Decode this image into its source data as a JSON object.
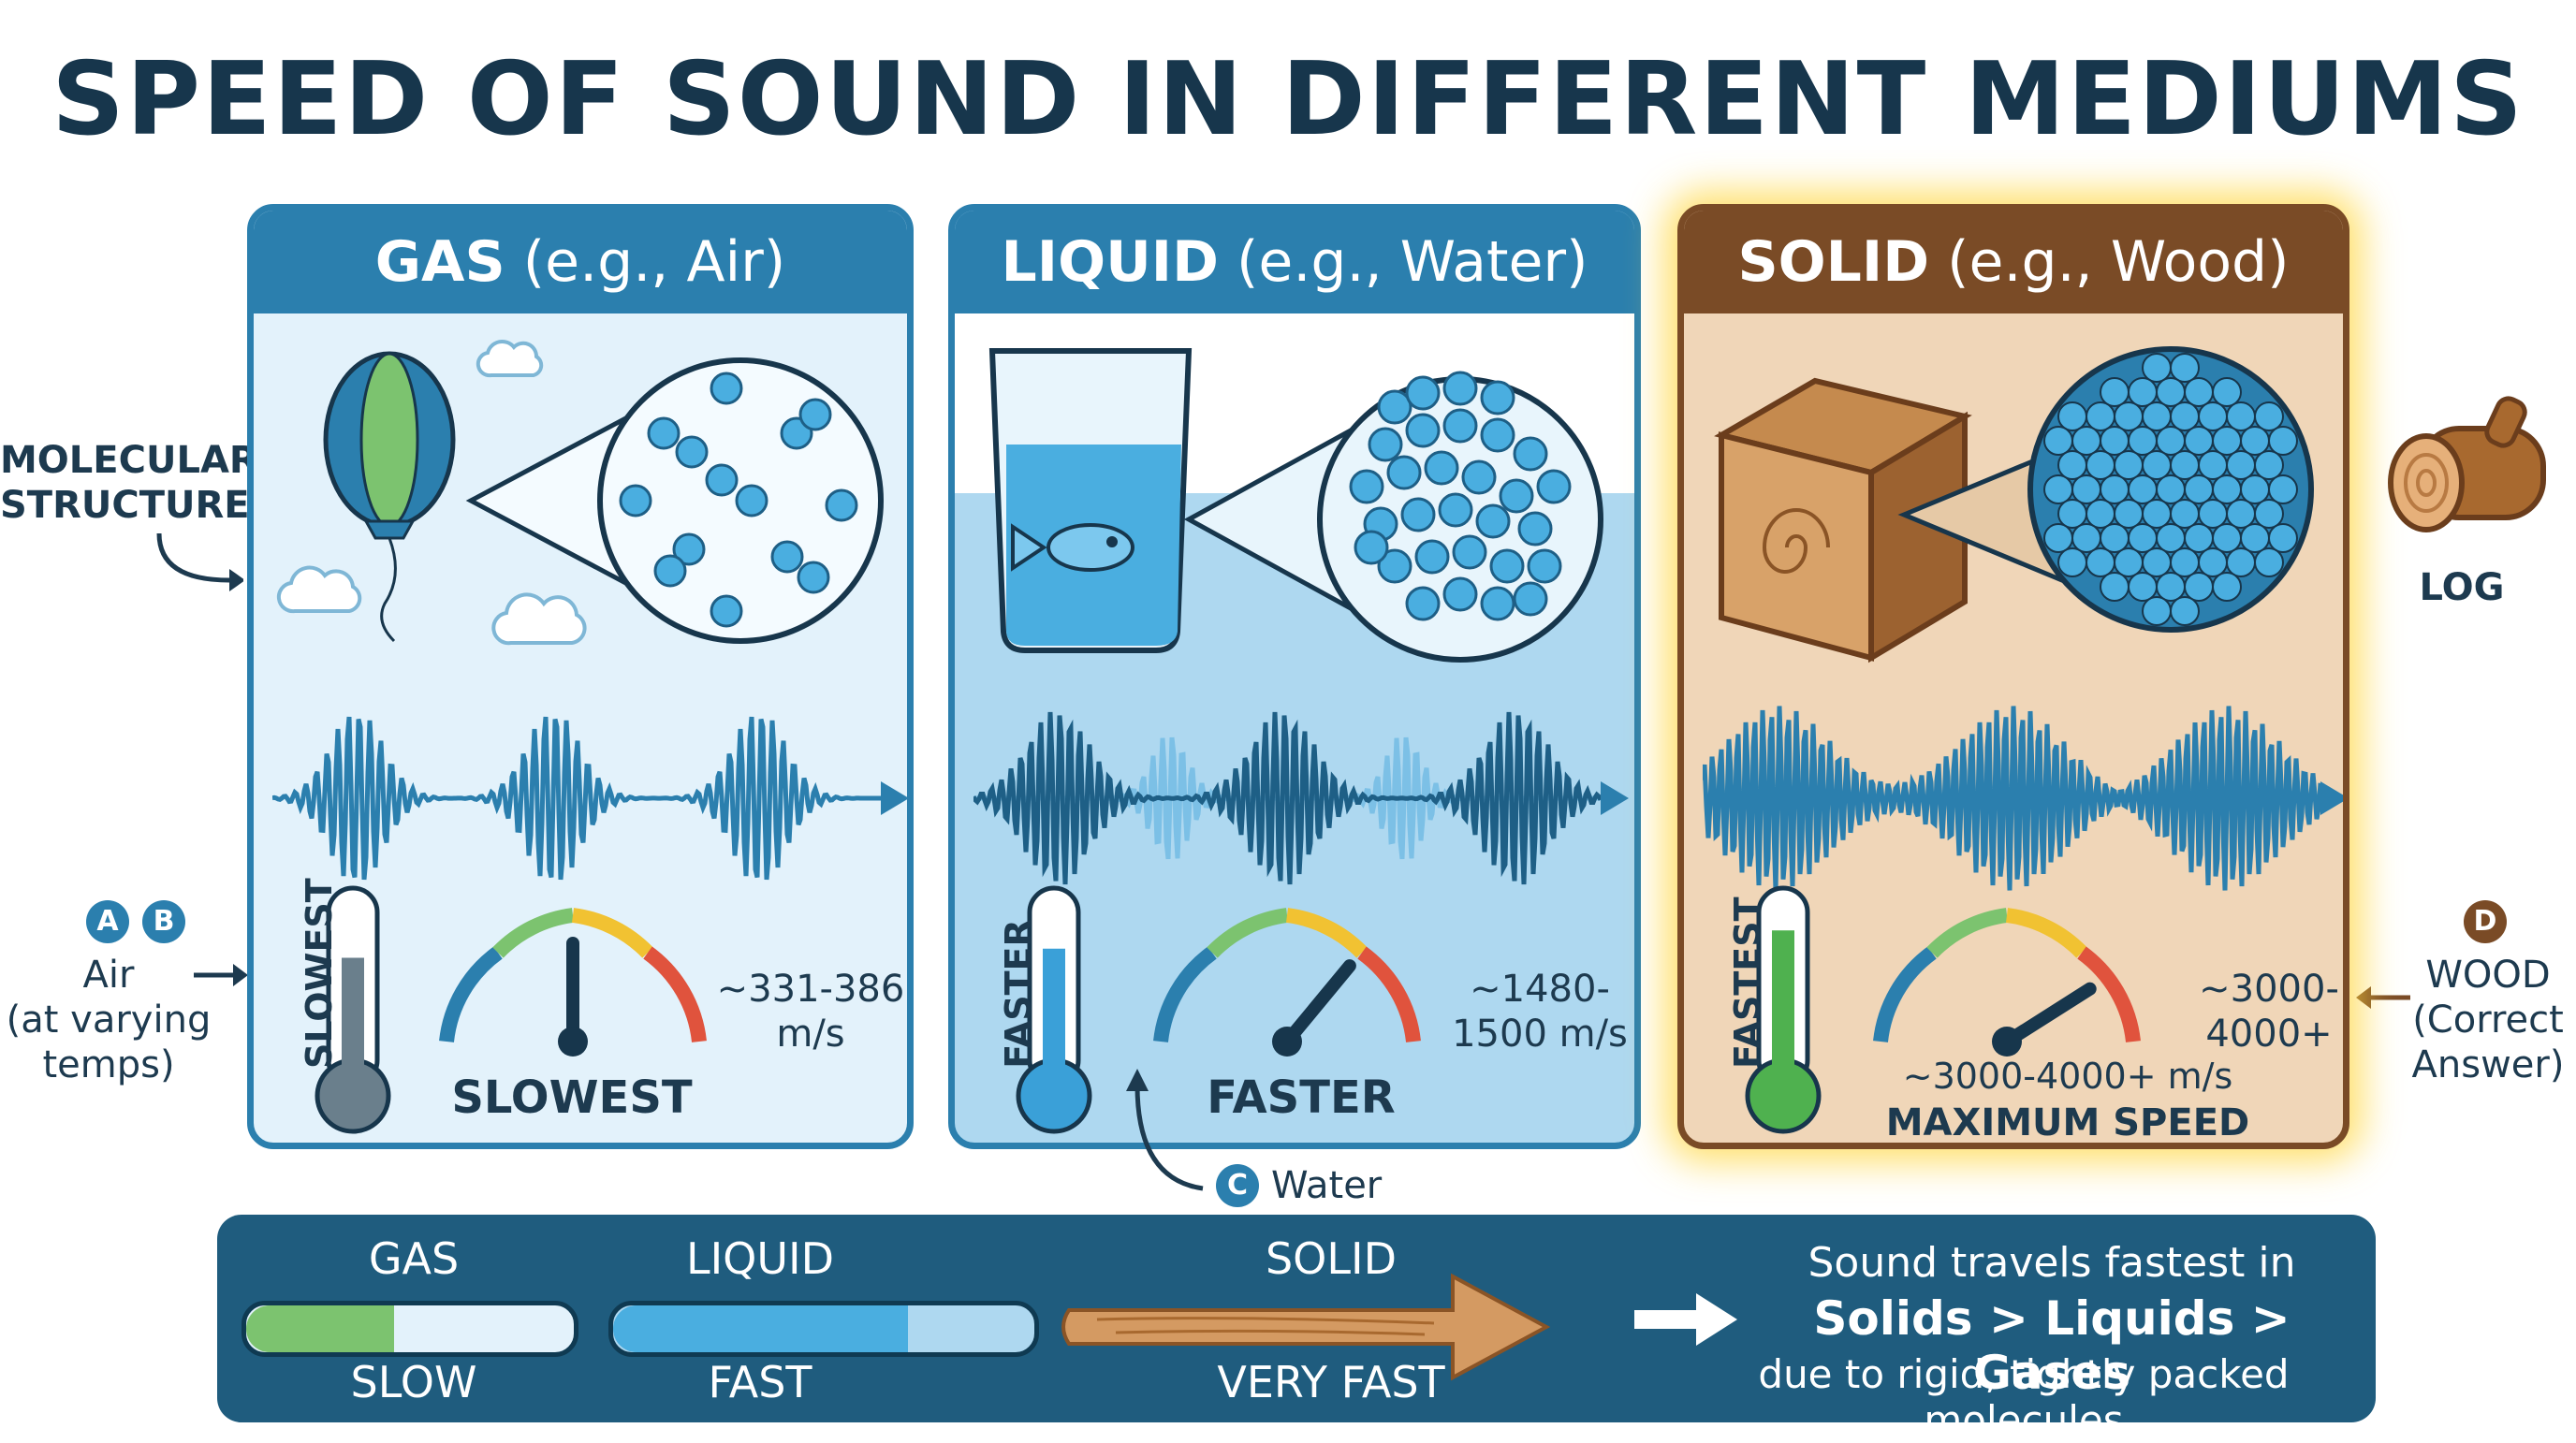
{
  "title": "SPEED OF SOUND IN DIFFERENT MEDIUMS",
  "side_labels": {
    "molecular_line1": "MOLECULAR",
    "molecular_line2": "STRUCTURE",
    "air_line1": "Air",
    "air_line2": "(at varying",
    "air_line3": "temps)",
    "log": "LOG",
    "wood_line1": "WOOD",
    "wood_line2": "(Correct",
    "wood_line3": "Answer)",
    "water": "Water"
  },
  "badges": {
    "a": "A",
    "b": "B",
    "c": "C",
    "d": "D"
  },
  "panels": {
    "gas": {
      "state": "GAS",
      "example": " (e.g., Air)",
      "vertical": "SLOWEST",
      "speed_line1": "~331-386",
      "speed_line2": "m/s",
      "word": "SLOWEST"
    },
    "liquid": {
      "state": "LIQUID",
      "example": " (e.g., Water)",
      "vertical": "FASTER",
      "speed_line1": "~1480-",
      "speed_line2": "1500 m/s",
      "word": "FASTER"
    },
    "solid": {
      "state": "SOLID",
      "example": " (e.g., Wood)",
      "vertical": "FASTEST",
      "speed_line1": "~3000-",
      "speed_line2": "4000+",
      "gauge_line1": "~3000-4000+ m/s",
      "gauge_line2": "MAXIMUM SPEED"
    }
  },
  "thermometer_levels": {
    "gas": 0.7,
    "liquid": 0.75,
    "solid": 0.85
  },
  "gauge_needle_fraction": {
    "gas": 0.5,
    "liquid": 0.72,
    "solid": 0.82
  },
  "bottom": {
    "gas_top": "GAS",
    "gas_bottom": "SLOW",
    "gas_fill": 0.45,
    "liquid_top": "LIQUID",
    "liquid_bottom": "FAST",
    "liquid_fill": 0.7,
    "solid_top": "SOLID",
    "solid_bottom": "VERY FAST",
    "summary_line1": "Sound travels fastest in",
    "summary_line2": "Solids > Liquids > Gases",
    "summary_line3": "due to rigid, tightly packed molecules"
  },
  "colors": {
    "dark_blue": "#2b7fae",
    "wood_brown": "#7a4b26",
    "navy": "#17364c",
    "gas_fill": "#7cc36f",
    "liquid_fill": "#4aaee0",
    "solid_glow": "#ffd63c"
  }
}
